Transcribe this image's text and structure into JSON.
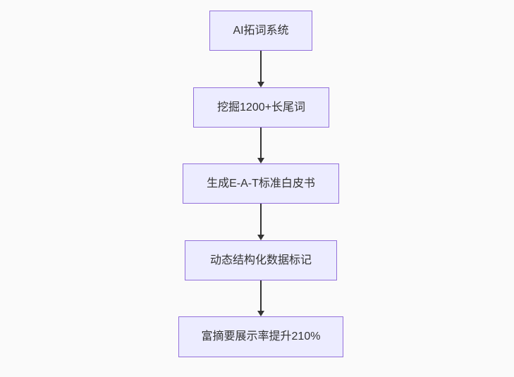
{
  "diagram": {
    "type": "flowchart-top-down",
    "nodes": [
      {
        "id": "A",
        "label": "AI拓词系统"
      },
      {
        "id": "B",
        "label": "挖掘1200+长尾词"
      },
      {
        "id": "C",
        "label": "生成E-A-T标准白皮书"
      },
      {
        "id": "D",
        "label": "动态结构化数据标记"
      },
      {
        "id": "E",
        "label": "富摘要展示率提升210%"
      }
    ],
    "edges": [
      {
        "from": "A",
        "to": "B"
      },
      {
        "from": "B",
        "to": "C"
      },
      {
        "from": "C",
        "to": "D"
      },
      {
        "from": "D",
        "to": "E"
      }
    ],
    "colors": {
      "node_fill": "#ececff",
      "node_border": "#9370db",
      "node_text": "#333333",
      "arrow": "#333333",
      "background": "#fafafa"
    }
  }
}
